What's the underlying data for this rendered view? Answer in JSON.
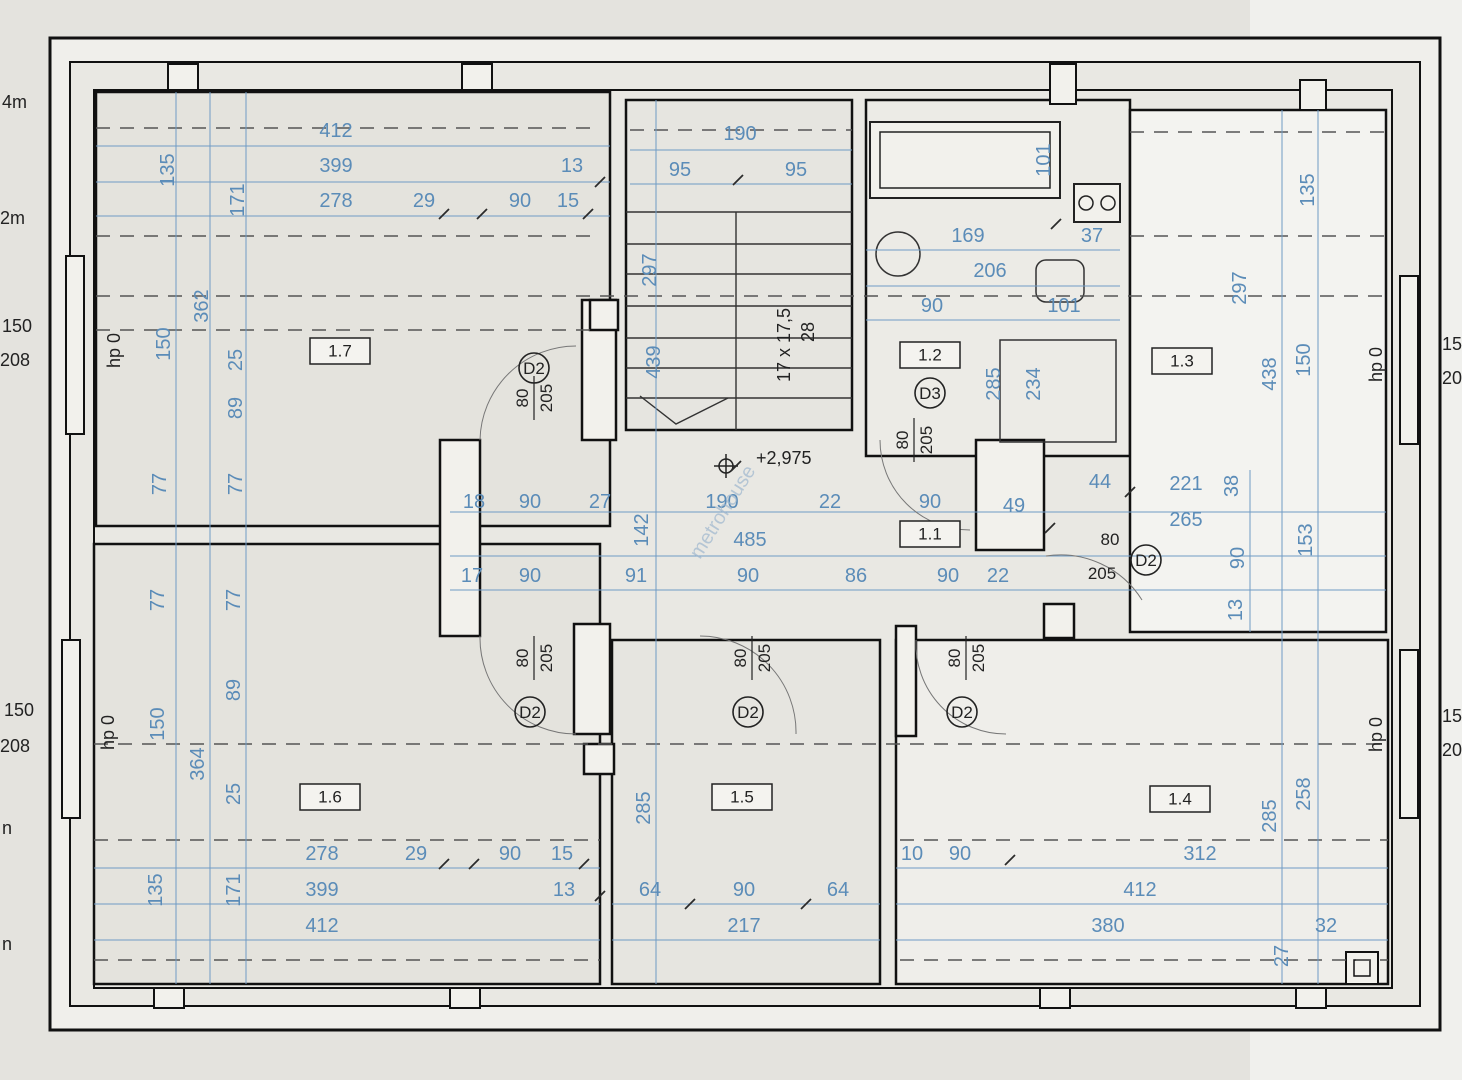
{
  "rooms": [
    {
      "id": "1.7",
      "label": "1.7"
    },
    {
      "id": "1.2",
      "label": "1.2"
    },
    {
      "id": "1.3",
      "label": "1.3"
    },
    {
      "id": "1.1",
      "label": "1.1"
    },
    {
      "id": "1.6",
      "label": "1.6"
    },
    {
      "id": "1.5",
      "label": "1.5"
    },
    {
      "id": "1.4",
      "label": "1.4"
    }
  ],
  "doors": {
    "d2": "D2",
    "d3": "D3",
    "width": "80",
    "height": "205"
  },
  "level": "+2,975",
  "stairs": {
    "spec": "17 x 17,5",
    "depth": "28"
  },
  "windows": {
    "hp": "hp 0"
  },
  "margin": {
    "l1": "4m",
    "l2": "2m",
    "l3": "150",
    "l4": "208",
    "l5": "150",
    "l6": "208",
    "l7": "n",
    "l8": "n",
    "r1": "15",
    "r2": "20",
    "r3": "15",
    "r4": "20"
  },
  "dimensions": {
    "top_left": [
      "412",
      "399",
      "278",
      "29",
      "90",
      "15",
      "13"
    ],
    "top_stair": [
      "190",
      "95",
      "95"
    ],
    "bath": [
      "101",
      "169",
      "206",
      "37",
      "90",
      "101",
      "285",
      "234"
    ],
    "hall": [
      "18",
      "90",
      "27",
      "190",
      "22",
      "90",
      "485",
      "17",
      "90",
      "91",
      "90",
      "86",
      "90",
      "22",
      "142",
      "49",
      "44",
      "221",
      "265",
      "38"
    ],
    "left_vert": [
      "135",
      "171",
      "362",
      "150",
      "25",
      "89",
      "77",
      "77",
      "77",
      "77",
      "89",
      "150",
      "364",
      "25",
      "135",
      "171"
    ],
    "right_vert": [
      "135",
      "297",
      "438",
      "150",
      "153",
      "90",
      "13",
      "285",
      "258",
      "27"
    ],
    "stair_vert": [
      "297",
      "439"
    ],
    "bottom_left": [
      "278",
      "29",
      "90",
      "15",
      "399",
      "13",
      "412"
    ],
    "bottom_mid": [
      "285",
      "64",
      "90",
      "64",
      "217"
    ],
    "bottom_right": [
      "10",
      "90",
      "312",
      "412",
      "380",
      "32"
    ]
  },
  "watermark": "metrohouse"
}
